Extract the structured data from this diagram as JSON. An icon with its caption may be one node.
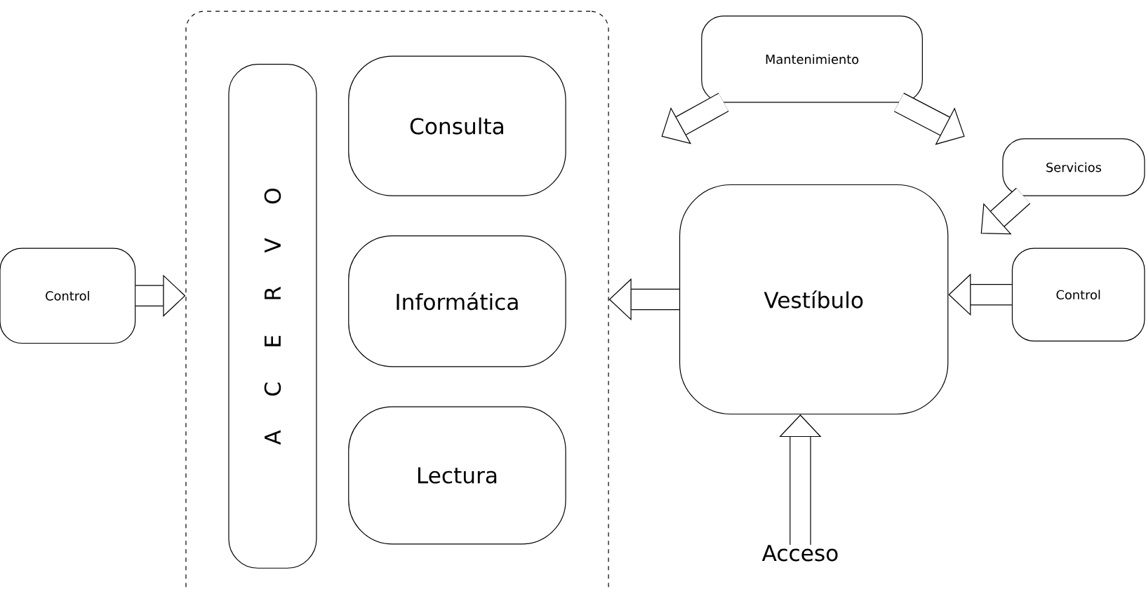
{
  "diagram": {
    "nodes": [
      {
        "text": [],
        "shape": "box"
      },
      {
        "text": [
          "A C E R V O"
        ],
        "in": 0
      },
      {
        "text": [
          "Consulta"
        ],
        "in": 0
      },
      {
        "text": [
          "Informática"
        ],
        "in": 0
      },
      {
        "text": [
          "Lectura"
        ],
        "in": 0
      },
      {
        "text": [
          "Control"
        ]
      },
      {
        "text": [
          "Vestíbulo"
        ]
      },
      {
        "text": [
          "Mantenimiento"
        ]
      },
      {
        "text": [
          "Servicios"
        ]
      },
      {
        "text": [
          "Control"
        ]
      },
      {
        "text": [
          "Acceso"
        ]
      }
    ],
    "edges": [
      {
        "from": 5,
        "to": 0,
        "arrow": "to"
      },
      {
        "from": 6,
        "to": 0,
        "arrow": "to"
      },
      {
        "from": 9,
        "to": 6,
        "arrow": "to"
      },
      {
        "from": 10,
        "to": 6,
        "arrow": "to"
      },
      {
        "from": 7,
        "to": null,
        "arrow": "to"
      },
      {
        "from": 7,
        "to": null,
        "arrow": "to"
      },
      {
        "from": 8,
        "to": null,
        "arrow": "to"
      }
    ]
  }
}
